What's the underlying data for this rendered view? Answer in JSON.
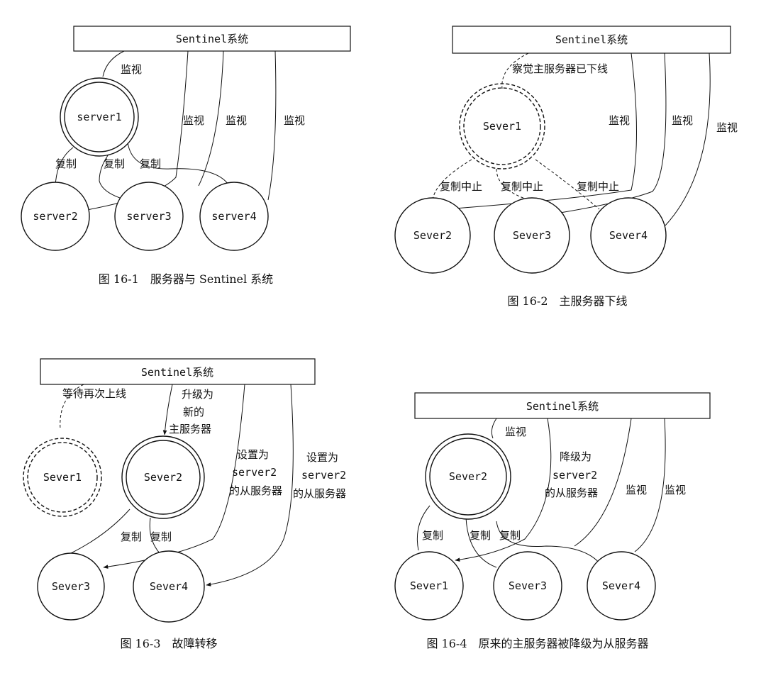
{
  "figures": [
    {
      "caption": "图 16-1　服务器与 Sentinel 系统",
      "sentinel": "Sentinel系统",
      "nodes": {
        "n1": "server1",
        "n2": "server2",
        "n3": "server3",
        "n4": "server4"
      },
      "labels": {
        "monitor": "监视",
        "replicate": "复制"
      }
    },
    {
      "caption": "图 16-2　主服务器下线",
      "sentinel": "Sentinel系统",
      "nodes": {
        "n1": "Sever1",
        "n2": "Sever2",
        "n3": "Sever3",
        "n4": "Sever4"
      },
      "labels": {
        "detect": "察觉主服务器已下线",
        "monitor": "监视",
        "stop": "复制中止"
      }
    },
    {
      "caption": "图 16-3　故障转移",
      "sentinel": "Sentinel系统",
      "nodes": {
        "n1": "Sever1",
        "n2": "Sever2",
        "n3": "Sever3",
        "n4": "Sever4"
      },
      "labels": {
        "wait": "等待再次上线",
        "upgrade": [
          "升级为",
          "新的",
          "主服务器"
        ],
        "set_slave": [
          "设置为",
          "server2",
          "的从服务器"
        ],
        "replicate": "复制"
      }
    },
    {
      "caption": "图 16-4　原来的主服务器被降级为从服务器",
      "sentinel": "Sentinel系统",
      "nodes": {
        "n1": "Sever1",
        "n2": "Sever2",
        "n3": "Sever3",
        "n4": "Sever4"
      },
      "labels": {
        "monitor": "监视",
        "downgrade": [
          "降级为",
          "server2",
          "的从服务器"
        ],
        "replicate": "复制"
      }
    }
  ]
}
